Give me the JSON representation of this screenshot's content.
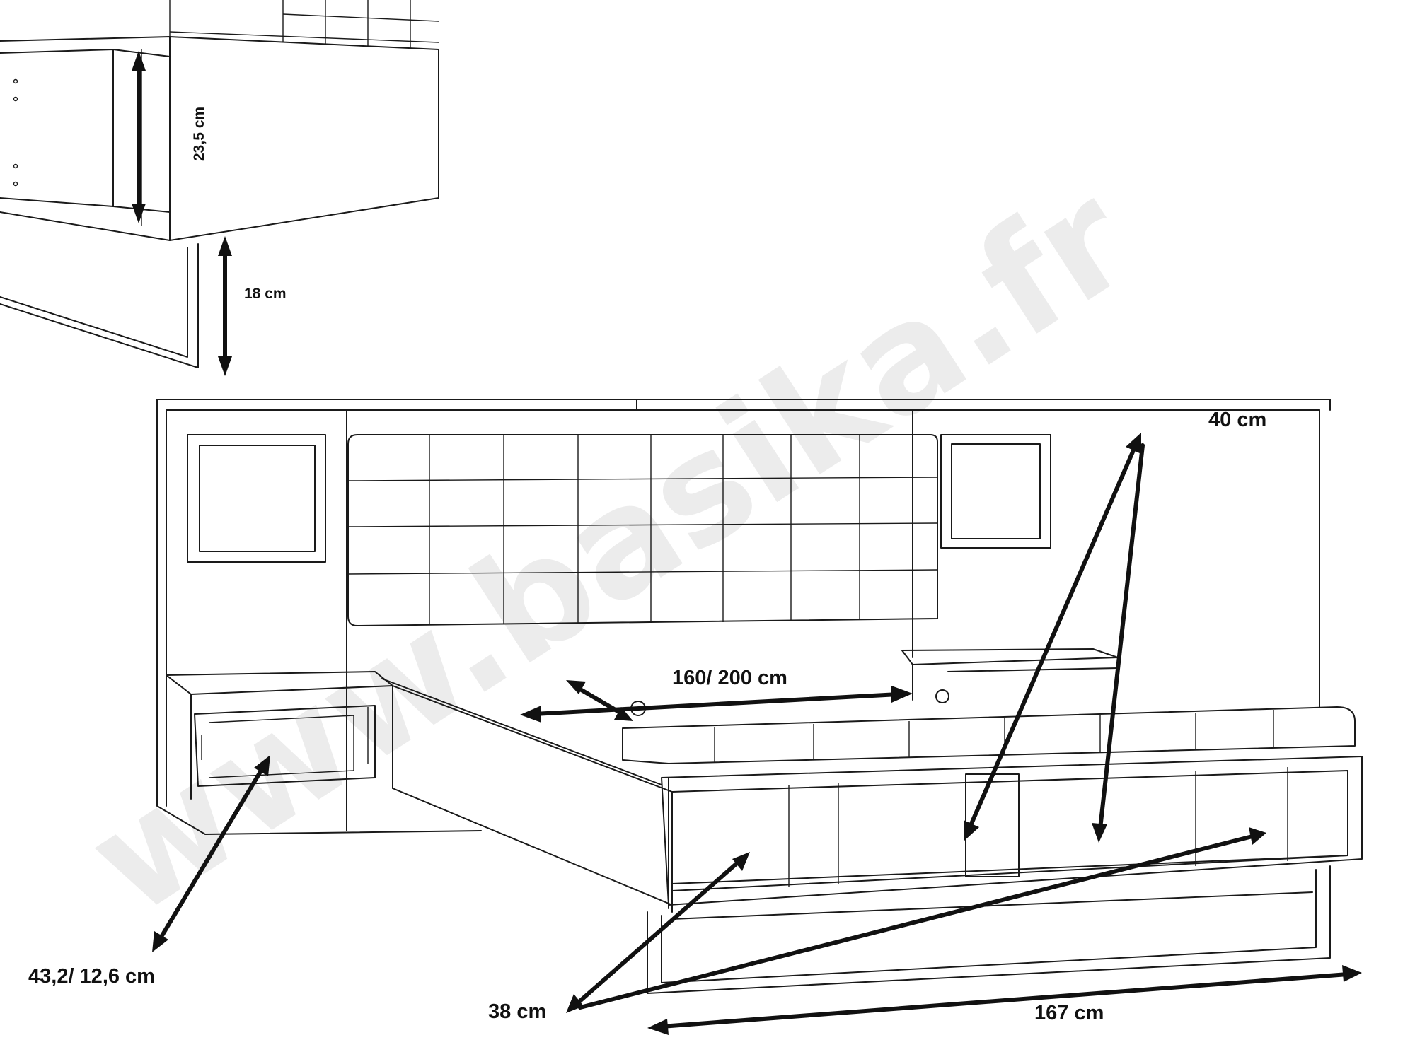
{
  "watermark": "www.basika.fr",
  "colors": {
    "line": "#1a1a1a",
    "arrow": "#111111",
    "watermark": "#ececec",
    "background": "#ffffff"
  },
  "dimensions": {
    "detail_height": "23,5 cm",
    "leg_height": "18 cm",
    "sleeping_area": "160/ 200 cm",
    "depth": "40 cm",
    "nightstand": "43,2/ 12,6 cm",
    "footboard_height": "38 cm",
    "total_width": "167 cm"
  }
}
